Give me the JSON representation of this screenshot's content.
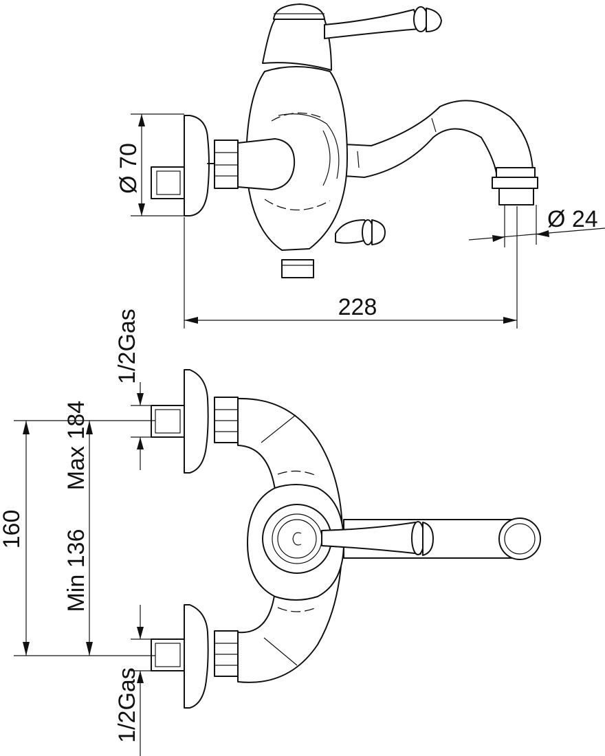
{
  "labels": {
    "dia_body": "Ø 70",
    "dia_spout": "Ø 24",
    "length": "228",
    "gas_top": "1/2Gas",
    "gas_bottom": "1/2Gas",
    "spacing": "160",
    "max": "Max 184",
    "min": "Min 136"
  }
}
